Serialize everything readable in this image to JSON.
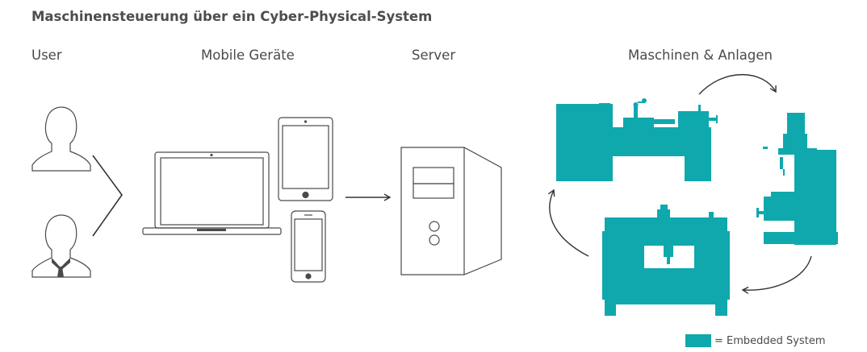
{
  "title": "Maschinensteuerung über ein Cyber-Physical-System",
  "columns": {
    "user": "User",
    "mobile": "Mobile Geräte",
    "server": "Server",
    "machines": "Maschinen & Anlagen"
  },
  "legend": {
    "label": "= Embedded System"
  },
  "colors": {
    "embedded": "#0fa8ad",
    "outline": "#4a4a4a"
  },
  "icons": [
    "user-icon",
    "businessman-icon",
    "laptop-icon",
    "tablet-icon",
    "smartphone-icon",
    "server-icon",
    "lathe-machine-icon",
    "milling-machine-icon",
    "cnc-machine-icon"
  ]
}
